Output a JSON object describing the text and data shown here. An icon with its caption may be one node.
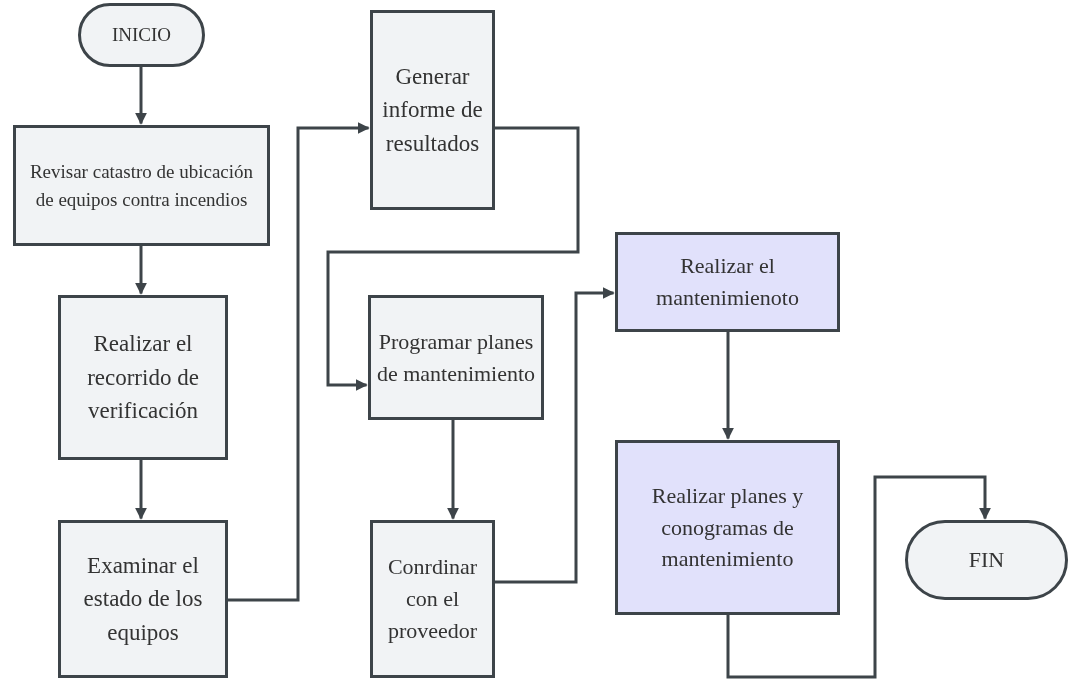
{
  "diagram": {
    "nodes": [
      {
        "text": [
          "INICIO"
        ]
      },
      {
        "text": [
          "Revisar catastro de ubicación de equipos contra incendios"
        ]
      },
      {
        "text": [
          "Realizar el recorrido de verificación"
        ]
      },
      {
        "text": [
          "Examinar el estado de los equipos"
        ]
      },
      {
        "text": [
          "Generar informe de resultados"
        ]
      },
      {
        "text": [
          "Programar planes de mantenimiento"
        ]
      },
      {
        "text": [
          "Conrdinar con el proveedor"
        ]
      },
      {
        "text": [
          "Realizar el mantenimienoto"
        ]
      },
      {
        "text": [
          "Realizar planes y conogramas de mantenimiento"
        ]
      },
      {
        "text": [
          "FIN"
        ]
      }
    ],
    "edges": [
      {
        "from": 0,
        "to": 1,
        "arrow": "to"
      },
      {
        "from": 1,
        "to": 2,
        "arrow": "to"
      },
      {
        "from": 2,
        "to": 3,
        "arrow": "to"
      },
      {
        "from": 3,
        "to": 4,
        "arrow": "to"
      },
      {
        "from": 4,
        "to": 5,
        "arrow": "to"
      },
      {
        "from": 5,
        "to": 6,
        "arrow": "to"
      },
      {
        "from": 6,
        "to": 7,
        "arrow": "to"
      },
      {
        "from": 7,
        "to": 8,
        "arrow": "to"
      },
      {
        "from": 8,
        "to": 9,
        "arrow": "to"
      }
    ]
  }
}
